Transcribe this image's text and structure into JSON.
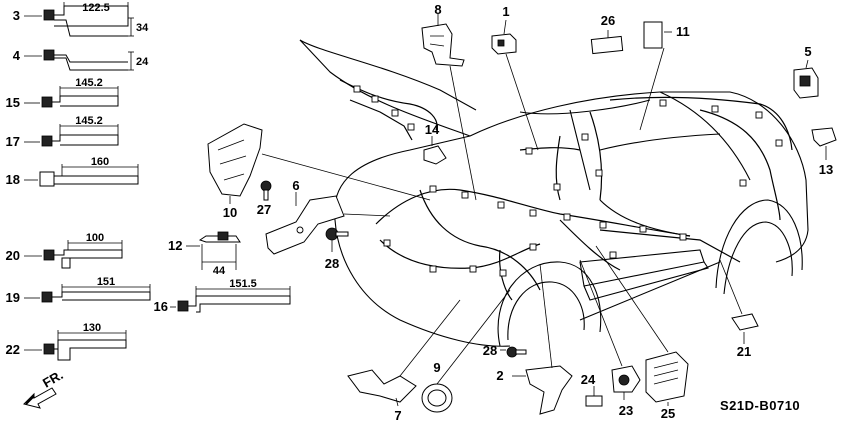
{
  "callouts": [
    "1",
    "2",
    "3",
    "4",
    "5",
    "6",
    "7",
    "8",
    "9",
    "10",
    "11",
    "12",
    "13",
    "14",
    "15",
    "16",
    "17",
    "18",
    "19",
    "20",
    "21",
    "22",
    "23",
    "24",
    "25",
    "26",
    "27",
    "28",
    "28"
  ],
  "dimensions": [
    "122.5",
    "34",
    "24",
    "145.2",
    "145.2",
    "160",
    "100",
    "151",
    "151.5",
    "130",
    "44"
  ],
  "direction_label": "FR.",
  "diagram_code": "S21D-B0710"
}
